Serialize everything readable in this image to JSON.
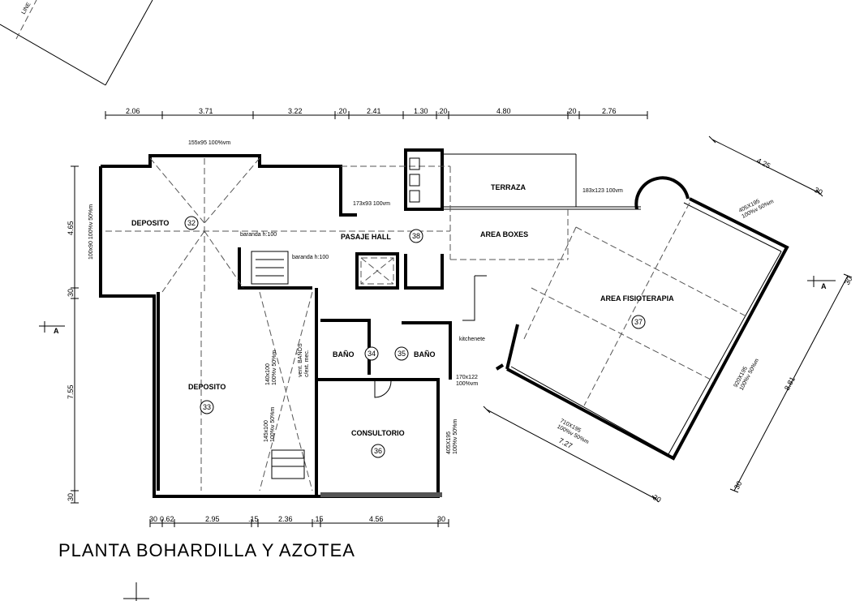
{
  "title": "PLANTA BOHARDILLA Y AZOTEA",
  "corner_label": "LINE",
  "top_dimensions": [
    "2.06",
    "3.71",
    "3.22",
    ".20",
    "2.41",
    "1.30",
    ".20",
    "4.80",
    ".20",
    "2.76"
  ],
  "bottom_dimensions": [
    "30",
    "0.62",
    "2.95",
    ".15",
    "2.36",
    ".15",
    "4.56",
    "30"
  ],
  "left_dimensions": [
    "4.65",
    "30",
    "7.55",
    "30"
  ],
  "diag_dimensions": {
    "top_right": "4.25",
    "top_right_end": "30",
    "right": "8.81",
    "right_end_top": "30",
    "right_end_bottom": "30",
    "bottom": "7.27",
    "bottom_end": "30"
  },
  "section_markers": [
    "A",
    "A"
  ],
  "rooms": [
    {
      "name": "DEPOSITO",
      "number": "32"
    },
    {
      "name": "DEPOSITO",
      "number": "33"
    },
    {
      "name": "BAÑO",
      "number": "34"
    },
    {
      "name": "BAÑO",
      "number": "35"
    },
    {
      "name": "CONSULTORIO",
      "number": "36"
    },
    {
      "name": "AREA FISIOTERAPIA",
      "number": "37"
    },
    {
      "name": "PASAJE HALL",
      "number": "38"
    },
    {
      "name": "TERRAZA",
      "number": ""
    },
    {
      "name": "AREA BOXES",
      "number": ""
    }
  ],
  "notes": {
    "window_top": "155x95  100%vm",
    "window_left": "100x90 100%v 50%m",
    "window_hall": "173x93  100vm",
    "window_terraza": "183x123  100vm",
    "window_fisio_top": "405X195\n100%v 50%m",
    "window_fisio_right": "920X195\n100%v 50%m",
    "window_fisio_bottom": "710X195\n100%v 50%m",
    "window_consultorio": "405X195\n100%v 50%m",
    "window_kitchen": "170x122\n100%vm",
    "baranda1": "baranda h:100",
    "baranda2": "baranda h:100",
    "kitchenete": "kitchenete",
    "window_dep1": "140x100\n100%v 50%m",
    "window_dep2": "145x100\n100%v 50%m",
    "vent": "vent. BAÑOS\nc/ext. mec."
  }
}
